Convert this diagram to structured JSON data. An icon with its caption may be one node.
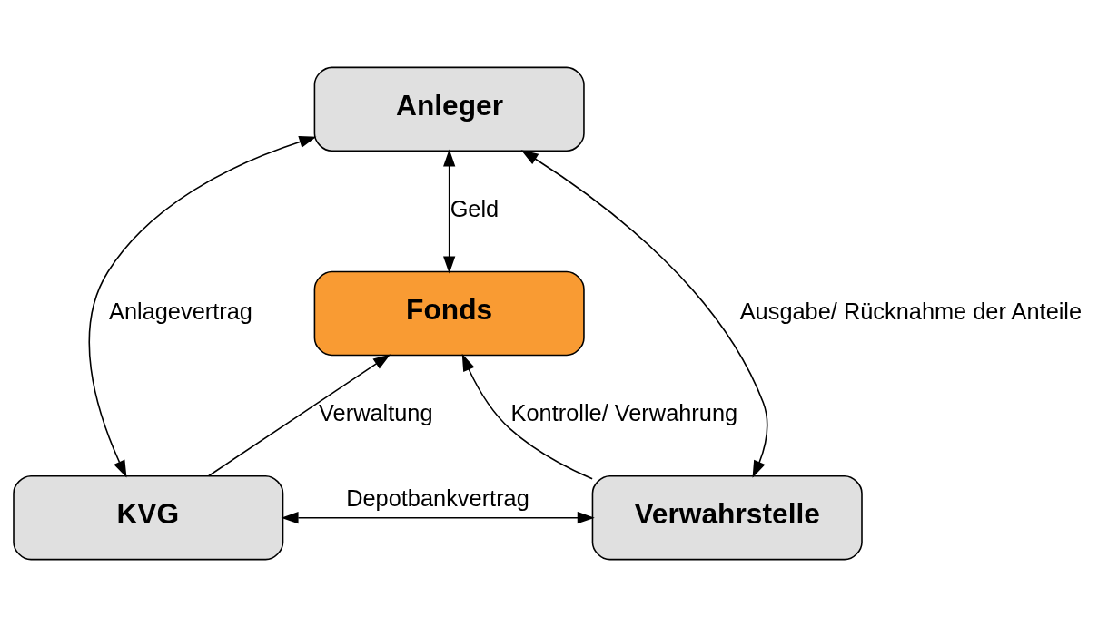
{
  "diagram": {
    "nodes": [
      {
        "text": [
          "Anleger"
        ]
      },
      {
        "text": [
          "Fonds"
        ]
      },
      {
        "text": [
          "KVG"
        ]
      },
      {
        "text": [
          "Verwahrstelle"
        ]
      }
    ],
    "edges": [
      {
        "from": 0,
        "to": 1,
        "arrow": "both",
        "label": "Geld"
      },
      {
        "from": 0,
        "to": 2,
        "arrow": "both",
        "label": "Anlagevertrag"
      },
      {
        "from": 0,
        "to": 3,
        "arrow": "both",
        "label": "Ausgabe/ Rücknahme der Anteile"
      },
      {
        "from": 2,
        "to": 1,
        "arrow": "to",
        "label": "Verwaltung"
      },
      {
        "from": 3,
        "to": 1,
        "arrow": "to",
        "label": "Kontrolle/ Verwahrung"
      },
      {
        "from": 2,
        "to": 3,
        "arrow": "both",
        "label": "Depotbankvertrag"
      }
    ]
  }
}
